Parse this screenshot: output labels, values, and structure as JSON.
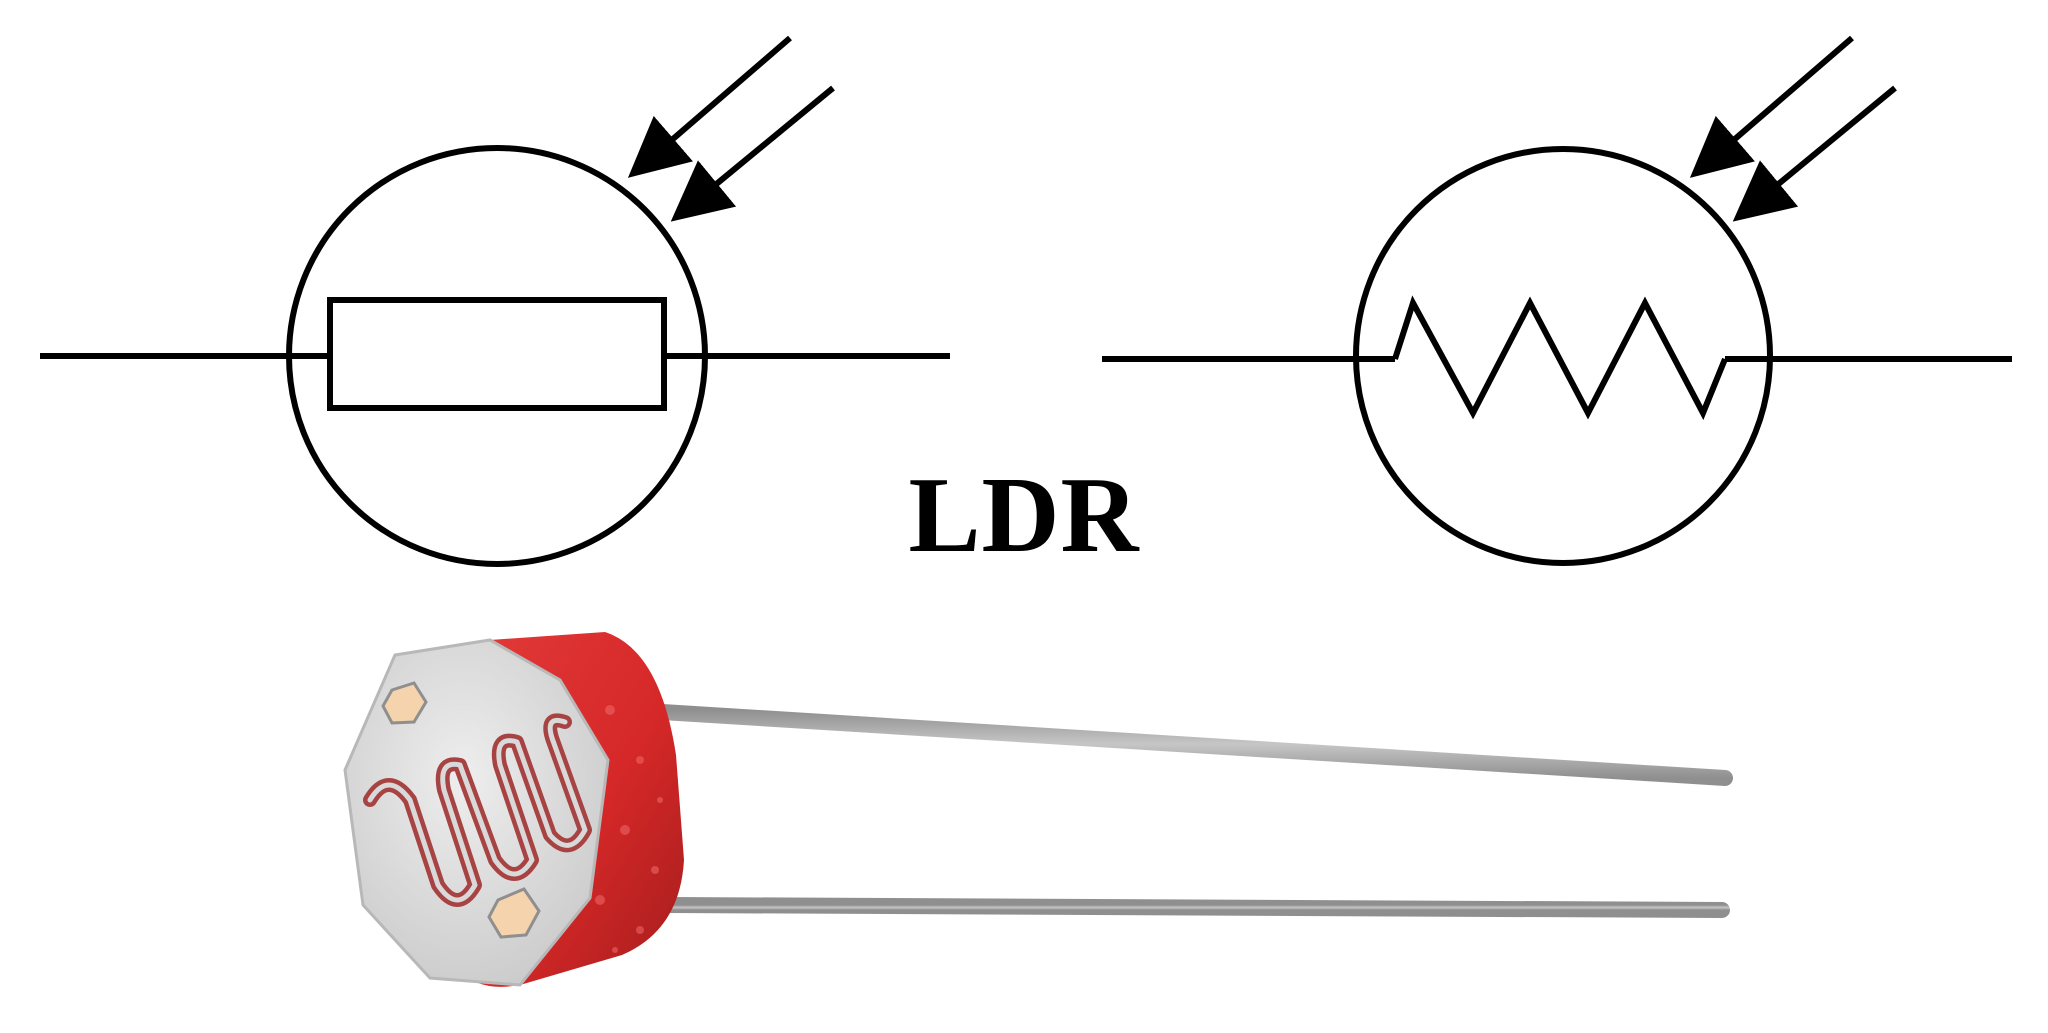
{
  "label": {
    "text": "LDR"
  },
  "symbols": [
    {
      "name": "ldr-symbol-rectangle-resistor",
      "style": "rectangle"
    },
    {
      "name": "ldr-symbol-zigzag-resistor",
      "style": "zigzag"
    }
  ],
  "colors": {
    "ink": "#000000",
    "background": "#ffffff",
    "component_body_red": "#d92e2e",
    "component_face_gray": "#d9d9d9",
    "component_track_red": "#a84343",
    "lead_wire": "#a8a8a8"
  },
  "icons": {
    "incoming_light": "light-arrows-icon",
    "photo_component": "photoresistor-icon"
  }
}
